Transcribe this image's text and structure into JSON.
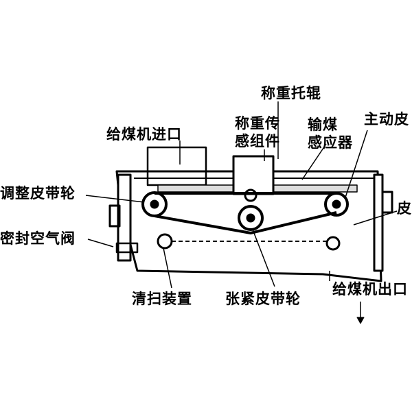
{
  "diagram": {
    "labels": {
      "weighing_idler": "称重托辊",
      "feeder_inlet": "给煤机进口",
      "weigh_sensor_line1": "称重传",
      "weigh_sensor_line2": "感组件",
      "coal_sensor_line1": "输煤",
      "coal_sensor_line2": "感应器",
      "drive_pulley": "主动皮",
      "belt_right": "皮",
      "adjust_pulley": "调整皮带轮",
      "seal_air_valve": "密封空气阀",
      "cleaner": "清扫装置",
      "tension_pulley": "张紧皮带轮",
      "feeder_outlet": "给煤机出口"
    }
  }
}
